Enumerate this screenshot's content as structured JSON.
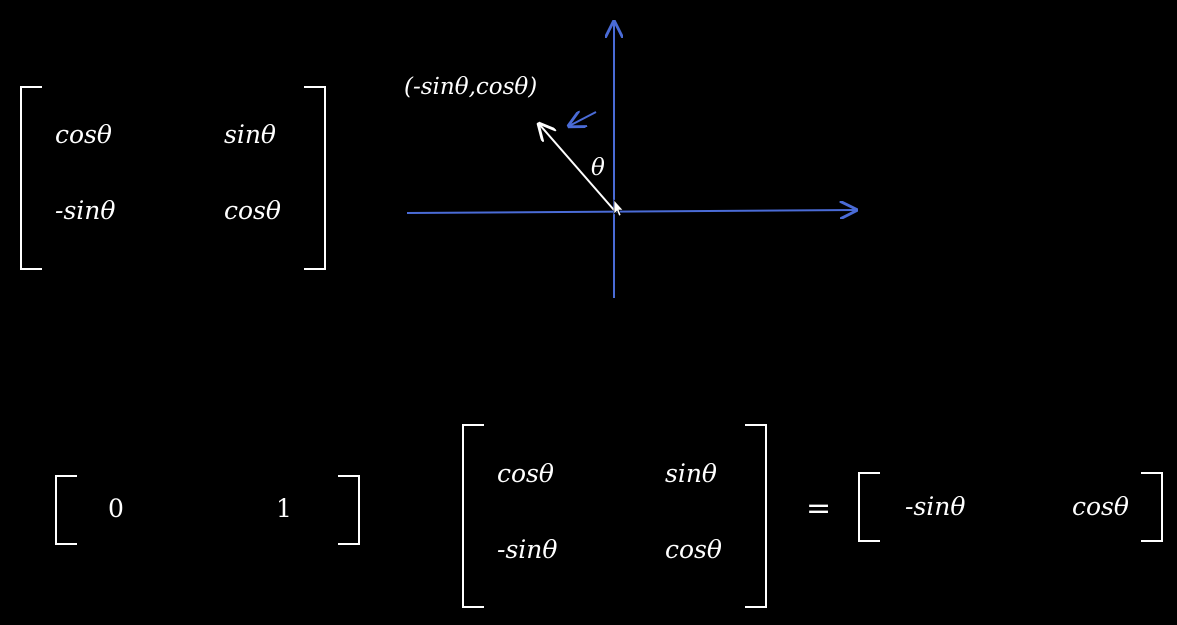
{
  "rotation_matrix": {
    "r1c1": "cosθ",
    "r1c2": "sinθ",
    "r2c1": "-sinθ",
    "r2c2": "cosθ"
  },
  "axes_diagram": {
    "point_label": "(-sinθ,cosθ)",
    "angle_label": "θ",
    "axis_color": "#4a6bd6",
    "vector_color": "#ffffff"
  },
  "equation": {
    "row_vector": {
      "c1": "0",
      "c2": "1"
    },
    "matrix": {
      "r1c1": "cosθ",
      "r1c2": "sinθ",
      "r2c1": "-sinθ",
      "r2c2": "cosθ"
    },
    "equals": "=",
    "result": {
      "c1": "-sinθ",
      "c2": "cosθ"
    }
  }
}
